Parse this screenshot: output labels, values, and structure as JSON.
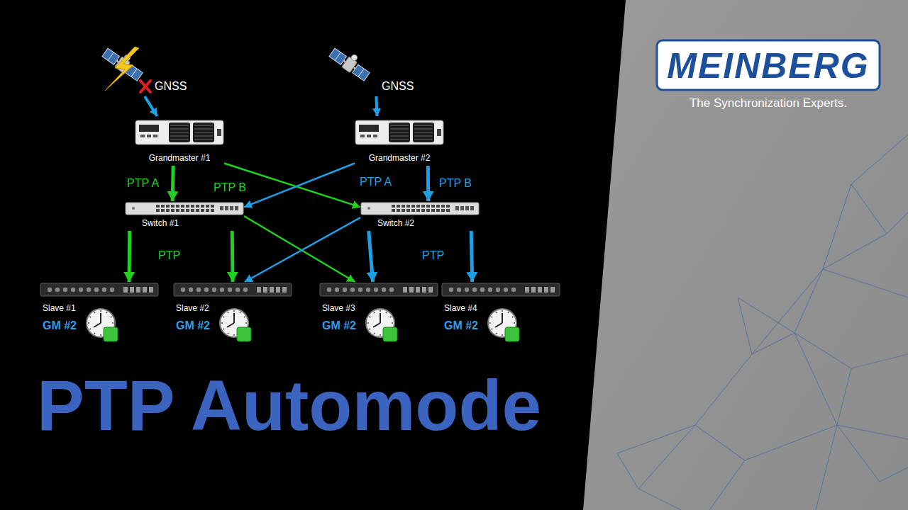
{
  "diagram": {
    "title": "PTP Automode",
    "nodes": [
      {
        "text": [
          "GNSS"
        ]
      },
      {
        "text": [
          "GNSS"
        ]
      },
      {
        "text": [
          "Grandmaster #1"
        ]
      },
      {
        "text": [
          "Grandmaster #2"
        ]
      },
      {
        "text": [
          "Switch #1"
        ]
      },
      {
        "text": [
          "Switch #2"
        ]
      },
      {
        "text": [
          "Slave #1",
          "GM #2"
        ]
      },
      {
        "text": [
          "Slave #2",
          "GM #2"
        ]
      },
      {
        "text": [
          "Slave #3",
          "GM #2"
        ]
      },
      {
        "text": [
          "Slave #4",
          "GM #2"
        ]
      },
      {
        "text": [
          "MEINBERG",
          "The Synchronization Experts."
        ]
      }
    ],
    "edges": [
      {
        "from": 0,
        "to": 2,
        "arrow": "to"
      },
      {
        "from": 1,
        "to": 3,
        "arrow": "to"
      },
      {
        "from": 2,
        "to": 4,
        "label": "PTP A",
        "arrow": "to"
      },
      {
        "from": 2,
        "to": 5,
        "label": "PTP B",
        "arrow": "to"
      },
      {
        "from": 3,
        "to": 4,
        "label": "PTP A",
        "arrow": "to"
      },
      {
        "from": 3,
        "to": 5,
        "label": "PTP B",
        "arrow": "to"
      },
      {
        "from": 4,
        "to": 6,
        "arrow": "to"
      },
      {
        "from": 4,
        "to": 7,
        "arrow": "to"
      },
      {
        "from": 4,
        "to": 8,
        "arrow": "to"
      },
      {
        "from": 5,
        "to": 7,
        "arrow": "to"
      },
      {
        "from": 5,
        "to": 8,
        "arrow": "to"
      },
      {
        "from": 5,
        "to": 9,
        "arrow": "to"
      }
    ],
    "labels": [
      "PTP",
      "PTP"
    ]
  }
}
